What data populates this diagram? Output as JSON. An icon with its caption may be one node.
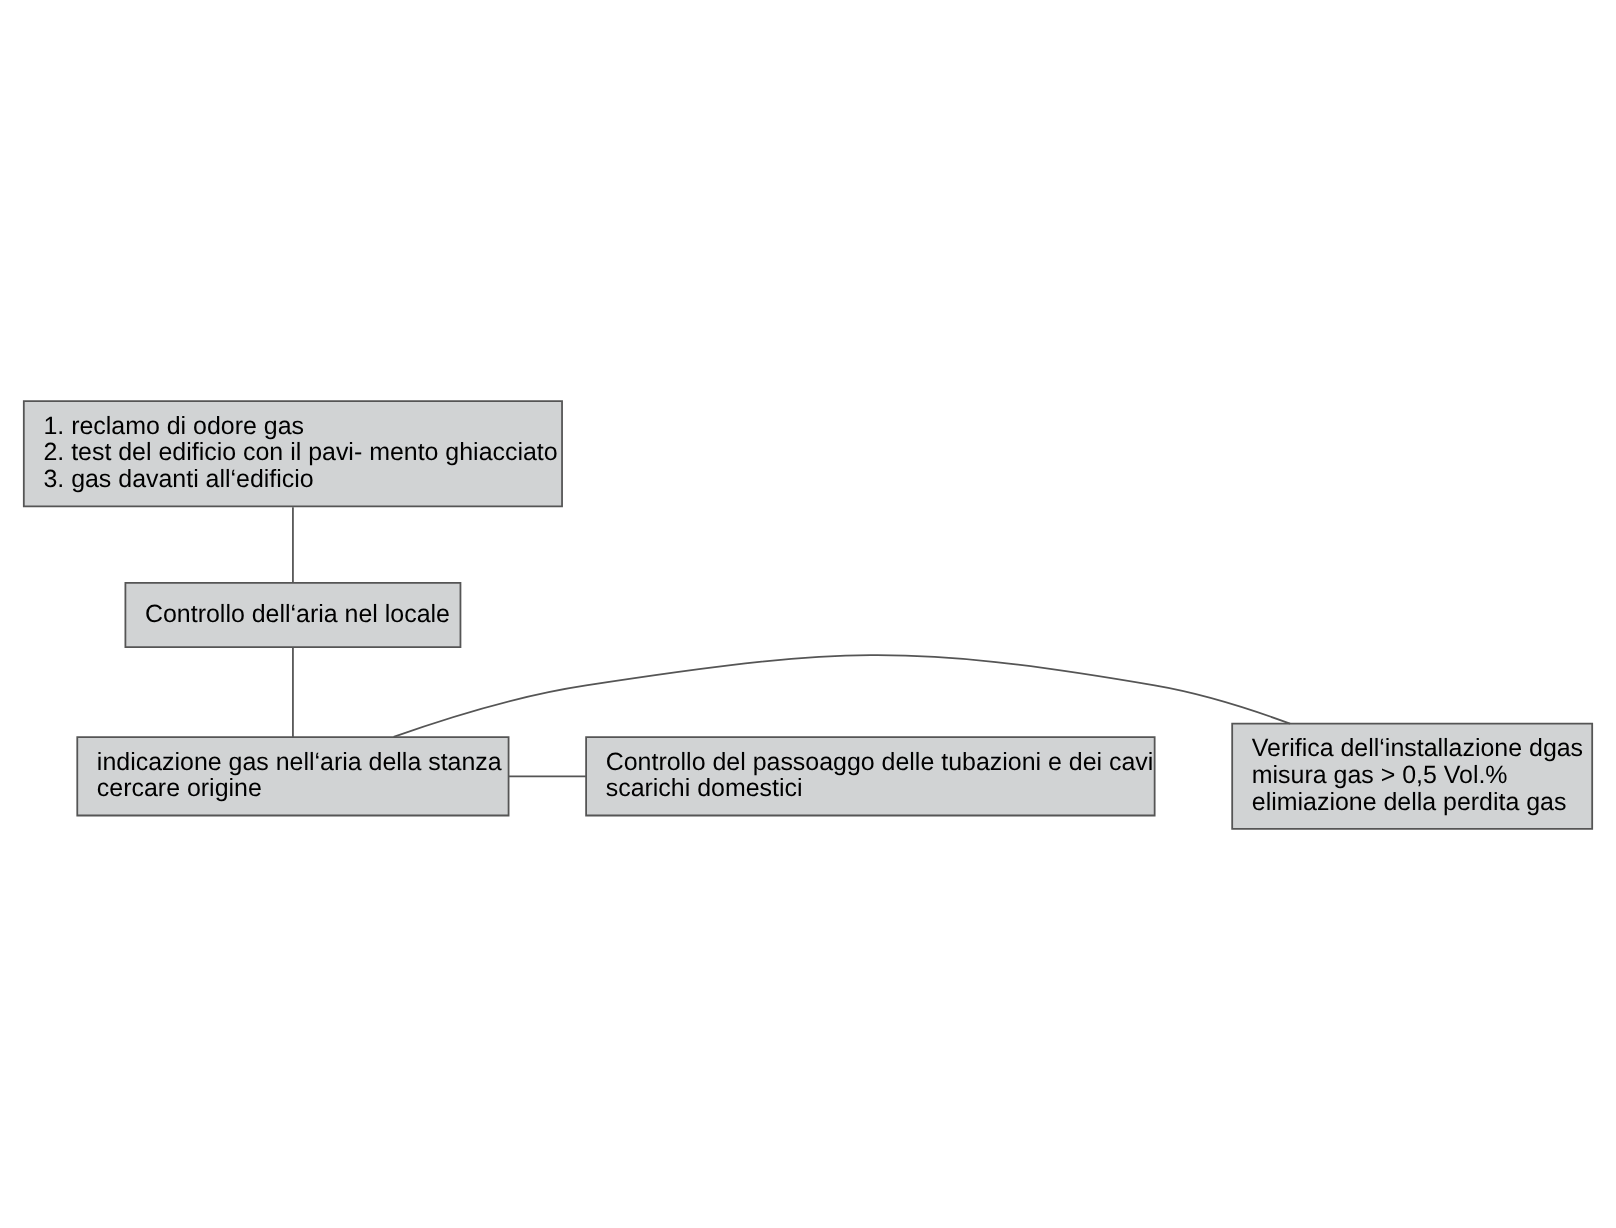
{
  "diagram": {
    "nodes": [
      {
        "text": [
          "1. reclamo di odore gas",
          "2. test del edificio con il pavi- mento ghiacciato",
          "3. gas davanti all‘edificio"
        ]
      },
      {
        "text": [
          "Controllo dell‘aria nel locale"
        ]
      },
      {
        "text": [
          "indicazione gas nell‘aria della stanza",
          "cercare origine"
        ]
      },
      {
        "text": [
          "Verifica dell‘installazione dgas",
          "misura gas > 0,5 Vol.%",
          "elimiazione della perdita gas"
        ]
      },
      {
        "text": [
          "Controllo del passoaggo delle tubazioni e dei cavi",
          "scarichi domestici"
        ]
      }
    ],
    "edges": [
      {
        "from": 0,
        "to": 1,
        "arrow": "none"
      },
      {
        "from": 1,
        "to": 2,
        "arrow": "none"
      },
      {
        "from": 2,
        "to": 3,
        "arrow": "none"
      },
      {
        "from": 2,
        "to": 4,
        "arrow": "none"
      }
    ]
  }
}
